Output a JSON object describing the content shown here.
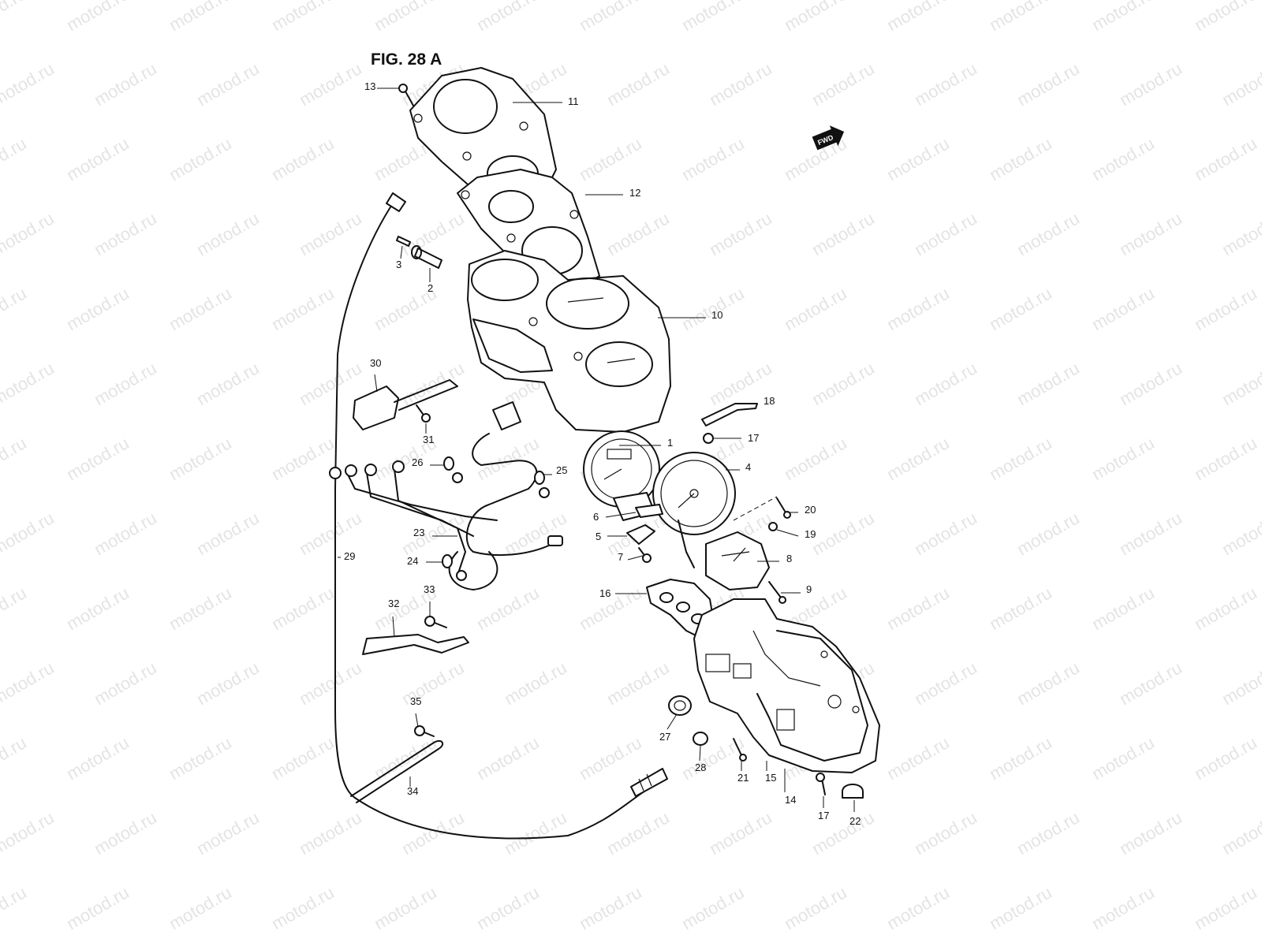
{
  "figure_title": "FIG. 28 A",
  "direction_marker": "FWD",
  "watermark": "motod.ru",
  "callouts": [
    "1",
    "2",
    "3",
    "4",
    "5",
    "6",
    "7",
    "8",
    "9",
    "10",
    "11",
    "12",
    "13",
    "14",
    "15",
    "16",
    "17",
    "17",
    "18",
    "19",
    "20",
    "21",
    "22",
    "23",
    "24",
    "25",
    "26",
    "27",
    "28",
    "29",
    "30",
    "31",
    "32",
    "33",
    "34",
    "35"
  ]
}
